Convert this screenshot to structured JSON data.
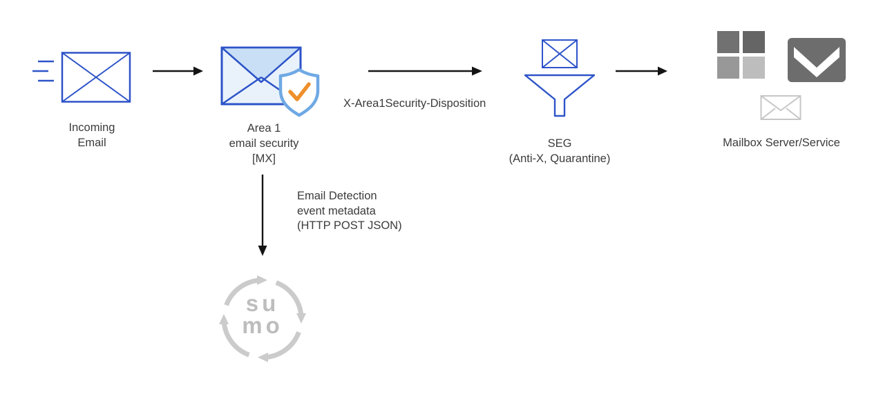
{
  "nodes": {
    "incoming": {
      "line1": "Incoming",
      "line2": "Email"
    },
    "area1": {
      "line1": "Area 1",
      "line2": "email security",
      "line3": "[MX]"
    },
    "seg": {
      "line1": "SEG",
      "line2": "(Anti-X, Quarantine)"
    },
    "mailbox": {
      "label": "Mailbox Server/Service"
    },
    "sumo": {
      "line1": "su",
      "line2": "mo"
    }
  },
  "edges": {
    "area1_to_seg": {
      "label": "X-Area1Security-Disposition"
    },
    "area1_to_sumo": {
      "line1": "Email Detection",
      "line2": "event metadata",
      "line3": "(HTTP POST JSON)"
    }
  },
  "icons": {
    "incoming": "incoming-email-envelope-icon",
    "area1": "area1-envelope-shield-check-icon",
    "seg": "seg-funnel-envelope-icon",
    "mailbox_microsoft": "microsoft-logo-icon",
    "mailbox_gmail": "gmail-envelope-icon",
    "mailbox_envelope": "small-envelope-icon",
    "sumo": "sumo-logic-logo-icon"
  },
  "colors": {
    "primary_blue": "#2d53c8",
    "light_blue_fill": "#c8dff5",
    "pale_blue_fill": "#e9f2fb",
    "shield_blue": "#6fa9e4",
    "check_orange": "#ee8f2b",
    "arrow_black": "#141414",
    "text_grey": "#3b3b3b",
    "logo_grey": "#cbcbcb",
    "mail_dark_grey": "#6d6d6d",
    "mail_light_grey": "#c6c6c6"
  }
}
